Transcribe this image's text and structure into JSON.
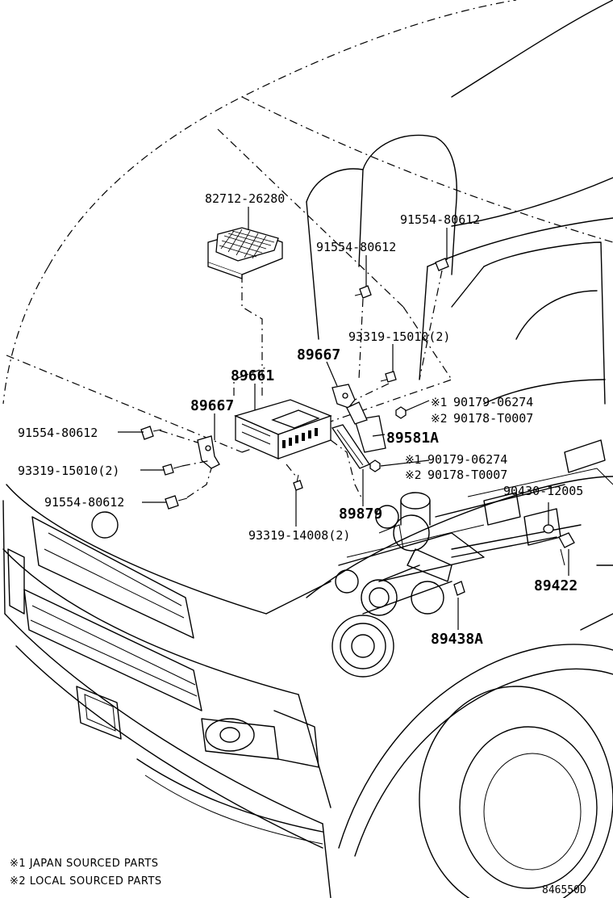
{
  "parts": {
    "p82712_26280": "82712-26280",
    "p91554_80612_top": "91554-80612",
    "p91554_80612_mid": "91554-80612",
    "p93319_15010_upper": "93319-15010(2)",
    "p89667_right": "89667",
    "p89661": "89661",
    "p89667_left": "89667",
    "p90179_06274_a": "90179-06274",
    "p90178_T0007_a": "90178-T0007",
    "p91554_80612_left": "91554-80612",
    "p89581A": "89581A",
    "p93319_15010_left": "93319-15010(2)",
    "p90179_06274_b": "90179-06274",
    "p90178_T0007_b": "90178-T0007",
    "p90430_12005": "90430-12005",
    "p91554_80612_lower": "91554-80612",
    "p89879": "89879",
    "p93319_14008": "93319-14008(2)",
    "p89422": "89422",
    "p89438A": "89438A"
  },
  "marks": {
    "m1": "※1",
    "m2": "※2"
  },
  "legend": {
    "note1": "※1 JAPAN SOURCED PARTS",
    "note2": "※2 LOCAL SOURCED PARTS"
  },
  "figure_code": "846550D"
}
